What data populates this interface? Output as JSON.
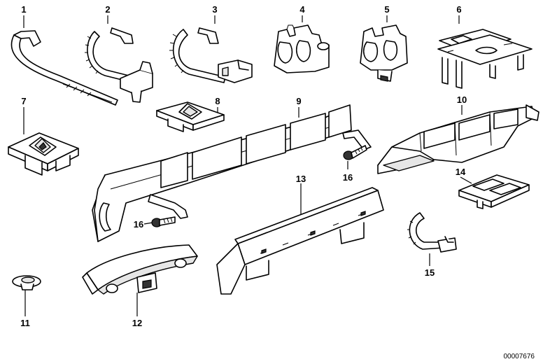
{
  "labels": {
    "p1": "1",
    "p2": "2",
    "p3": "3",
    "p4": "4",
    "p5": "5",
    "p6": "6",
    "p7": "7",
    "p8": "8",
    "p9": "9",
    "p10": "10",
    "p11": "11",
    "p12": "12",
    "p13": "13",
    "p14": "14",
    "p15": "15",
    "p16a": "16",
    "p16b": "16"
  },
  "reference_number": "00007676"
}
